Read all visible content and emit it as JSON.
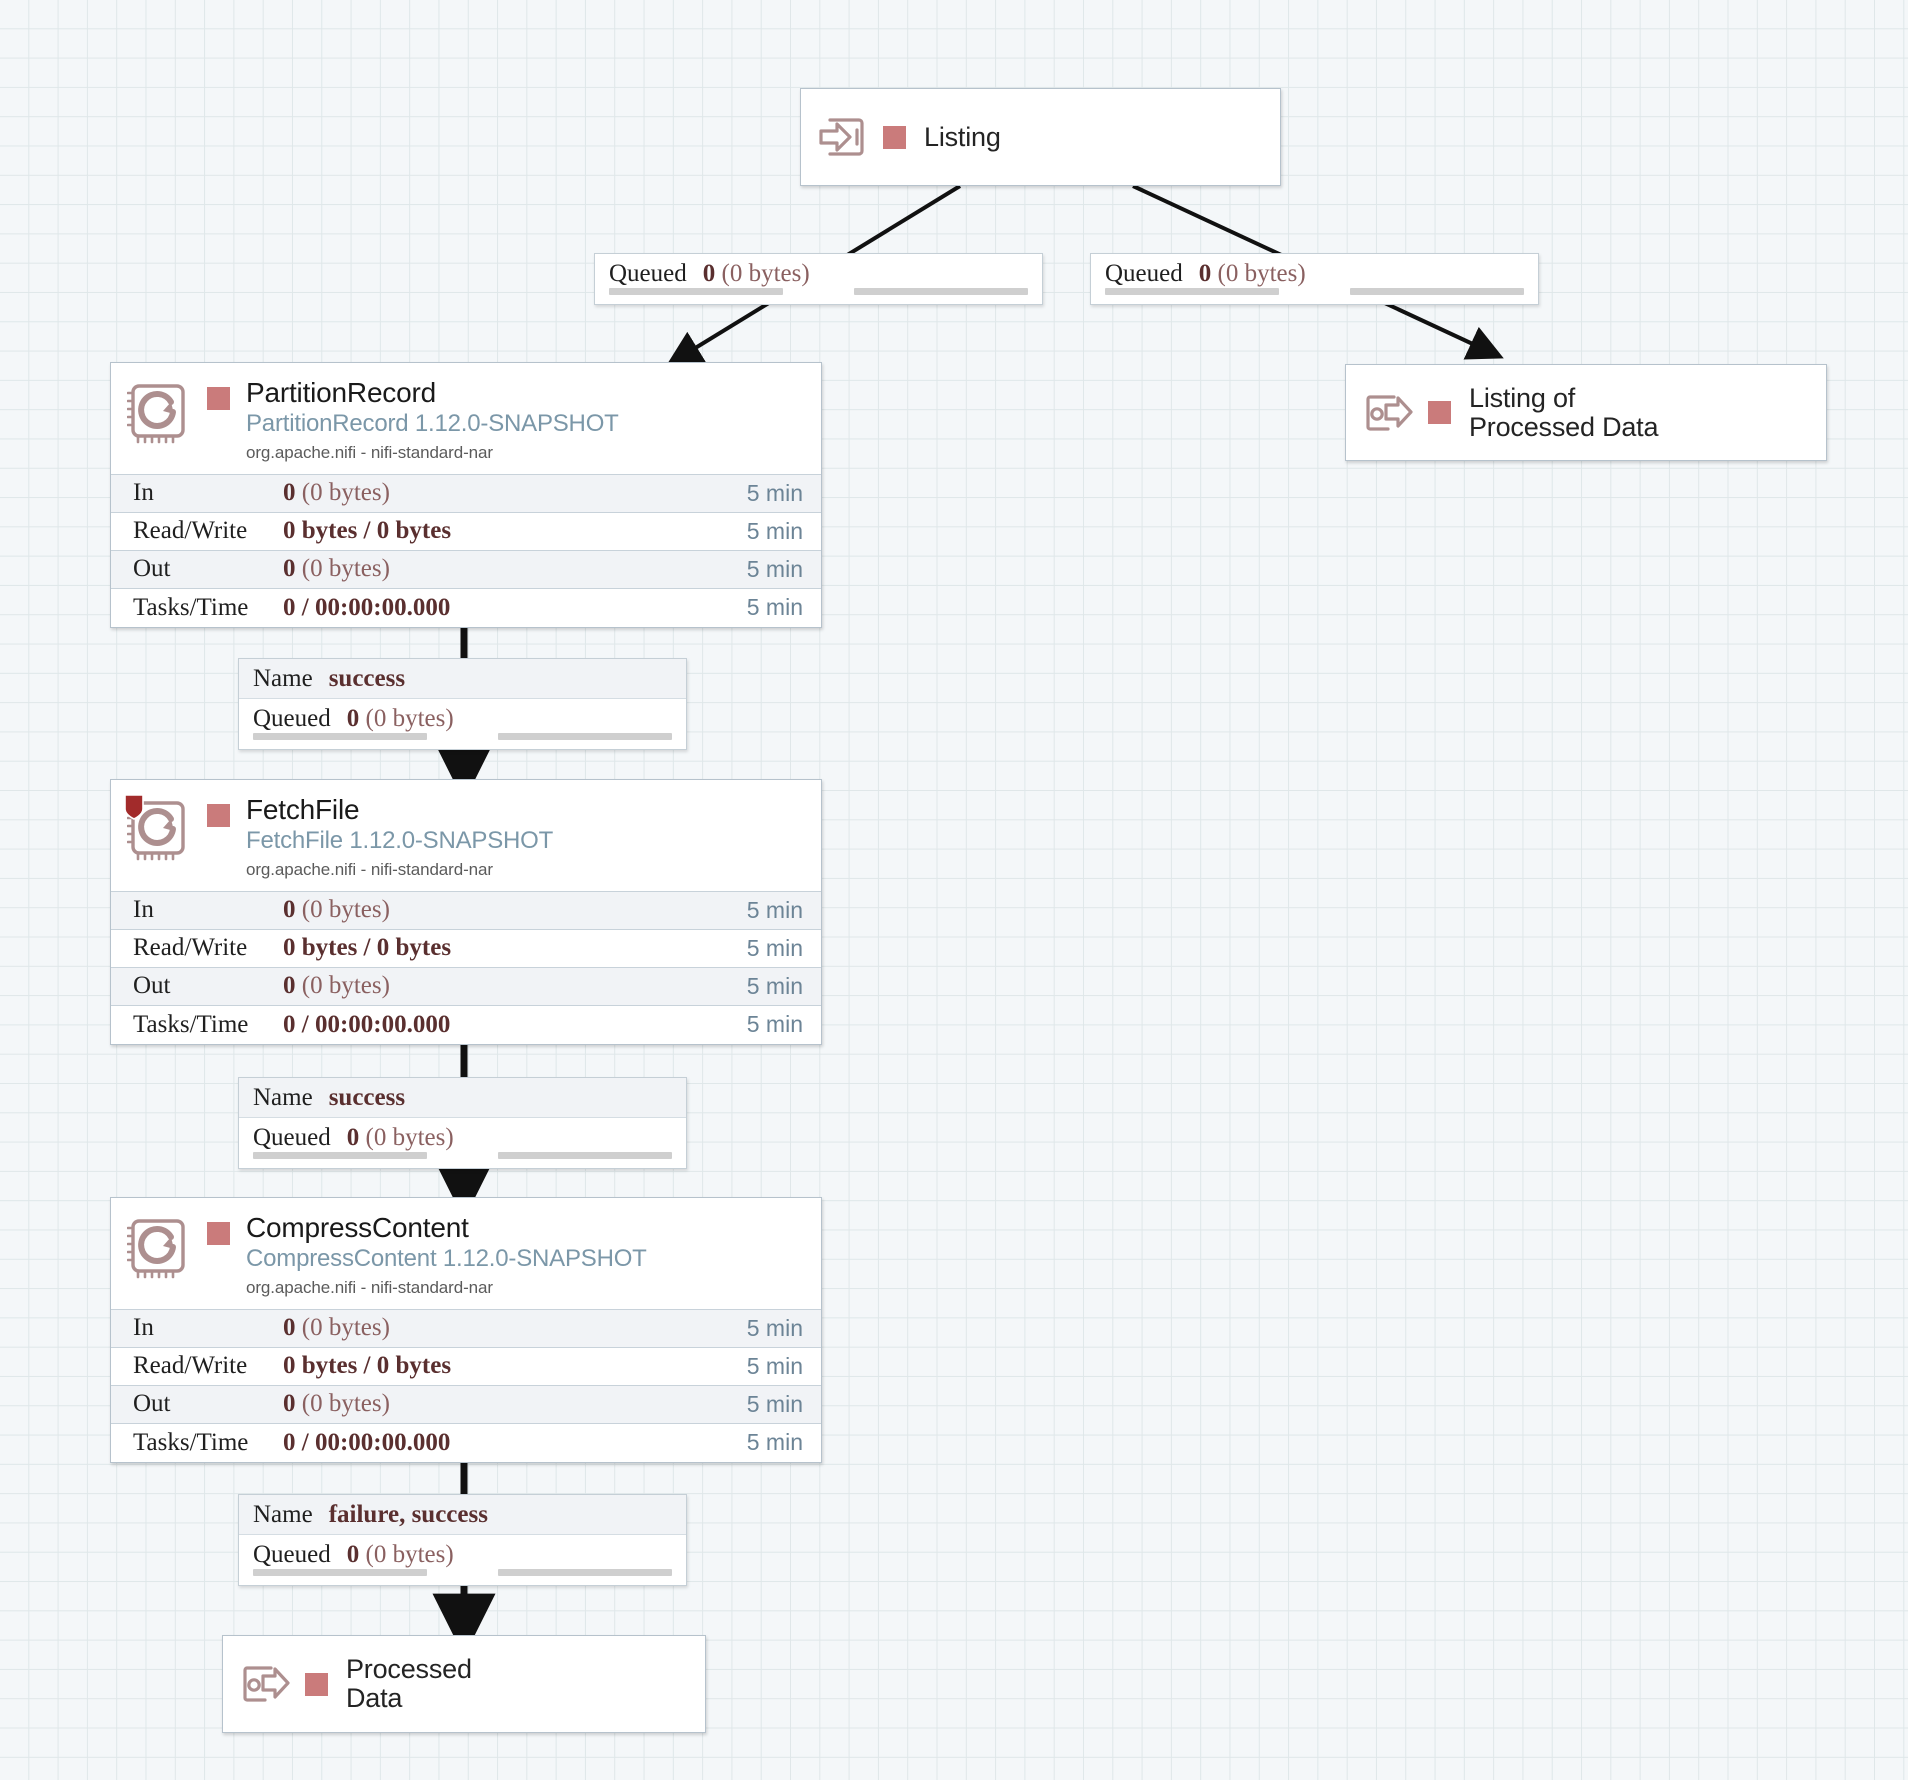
{
  "canvas": {
    "background_color": "#f4f7f9",
    "grid_color": "#dfe7e9",
    "accent_color": "#ca7b7b",
    "icon_color": "#ad8f8f",
    "type_color": "#7b97a8"
  },
  "labels": {
    "in": "In",
    "read_write": "Read/Write",
    "out": "Out",
    "tasks_time": "Tasks/Time",
    "queued": "Queued",
    "name": "Name",
    "five_min": "5 min",
    "zero_bytes": "0 (0 bytes)",
    "bytes_pair": "0 bytes / 0 bytes",
    "tasks_value": "0 / 00:00:00.000"
  },
  "nodes": {
    "listing_input_port": {
      "kind": "input-port",
      "label": "Listing",
      "icon": "input-port-icon"
    },
    "partition_record": {
      "kind": "processor",
      "name": "PartitionRecord",
      "type": "PartitionRecord 1.12.0-SNAPSHOT",
      "bundle": "org.apache.nifi - nifi-standard-nar",
      "icon": "processor-icon",
      "has_badge": false,
      "stats": [
        {
          "label": "In",
          "bold": "0",
          "rest": " (0 bytes)",
          "time": "5 min"
        },
        {
          "label": "Read/Write",
          "bold": "0 bytes / 0 bytes",
          "rest": "",
          "time": "5 min"
        },
        {
          "label": "Out",
          "bold": "0",
          "rest": " (0 bytes)",
          "time": "5 min"
        },
        {
          "label": "Tasks/Time",
          "bold": "0 / 00:00:00.000",
          "rest": "",
          "time": "5 min"
        }
      ]
    },
    "fetch_file": {
      "kind": "processor",
      "name": "FetchFile",
      "type": "FetchFile 1.12.0-SNAPSHOT",
      "bundle": "org.apache.nifi - nifi-standard-nar",
      "icon": "processor-icon",
      "has_badge": true,
      "badge_icon": "shield-badge-icon",
      "stats": [
        {
          "label": "In",
          "bold": "0",
          "rest": " (0 bytes)",
          "time": "5 min"
        },
        {
          "label": "Read/Write",
          "bold": "0 bytes / 0 bytes",
          "rest": "",
          "time": "5 min"
        },
        {
          "label": "Out",
          "bold": "0",
          "rest": " (0 bytes)",
          "time": "5 min"
        },
        {
          "label": "Tasks/Time",
          "bold": "0 / 00:00:00.000",
          "rest": "",
          "time": "5 min"
        }
      ]
    },
    "compress_content": {
      "kind": "processor",
      "name": "CompressContent",
      "type": "CompressContent 1.12.0-SNAPSHOT",
      "bundle": "org.apache.nifi - nifi-standard-nar",
      "icon": "processor-icon",
      "has_badge": false,
      "stats": [
        {
          "label": "In",
          "bold": "0",
          "rest": " (0 bytes)",
          "time": "5 min"
        },
        {
          "label": "Read/Write",
          "bold": "0 bytes / 0 bytes",
          "rest": "",
          "time": "5 min"
        },
        {
          "label": "Out",
          "bold": "0",
          "rest": " (0 bytes)",
          "time": "5 min"
        },
        {
          "label": "Tasks/Time",
          "bold": "0 / 00:00:00.000",
          "rest": "",
          "time": "5 min"
        }
      ]
    },
    "listing_of_processed_data": {
      "kind": "output-port",
      "label": "Listing of\nProcessed Data",
      "icon": "output-port-icon"
    },
    "processed_data": {
      "kind": "output-port",
      "label": "Processed\nData",
      "icon": "output-port-icon"
    }
  },
  "connections": {
    "listing_to_partition": {
      "queued_label": "Queued",
      "queued_count": "0",
      "queued_size": "(0 bytes)"
    },
    "listing_to_listing_port": {
      "queued_label": "Queued",
      "queued_count": "0",
      "queued_size": "(0 bytes)"
    },
    "partition_to_fetch": {
      "name_label": "Name",
      "name_value": "success",
      "queued_label": "Queued",
      "queued_count": "0",
      "queued_size": "(0 bytes)"
    },
    "fetch_to_compress": {
      "name_label": "Name",
      "name_value": "success",
      "queued_label": "Queued",
      "queued_count": "0",
      "queued_size": "(0 bytes)"
    },
    "compress_to_processed": {
      "name_label": "Name",
      "name_value": "failure, success",
      "queued_label": "Queued",
      "queued_count": "0",
      "queued_size": "(0 bytes)"
    }
  }
}
